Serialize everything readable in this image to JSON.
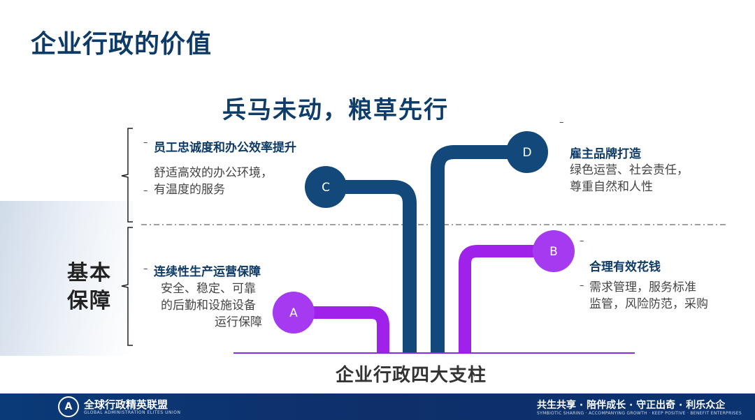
{
  "title": "企业行政的价值",
  "slogan": "兵马未动，粮草先行",
  "side_label": [
    "基本",
    "保障"
  ],
  "pillars_caption": "企业行政四大支柱",
  "pillars": {
    "C": {
      "label": "C",
      "heading": "员工忠诚度和办公效率提升",
      "body": [
        "舒适高效的办公环境，",
        "有温度的服务"
      ]
    },
    "D": {
      "label": "D",
      "heading": "雇主品牌打造",
      "body": [
        "绿色运营、社会责任，",
        "尊重自然和人性"
      ]
    },
    "A": {
      "label": "A",
      "heading": "连续性生产运营保障",
      "body": [
        "安全、稳定、可靠",
        "的后勤和设施设备",
        "运行保障"
      ]
    },
    "B": {
      "label": "B",
      "heading": "合理有效花钱",
      "body": [
        "需求管理，服务标准",
        "监管，风险防范，采购"
      ]
    }
  },
  "colors": {
    "navy": "#12487a",
    "purple": "#a022ea",
    "title": "#0d3a66",
    "footer": "#0e2f6a"
  },
  "footer": {
    "logo_letter": "A",
    "org_name": "全球行政精英联盟",
    "org_name_en": "GLOBAL ADMINISTRATION ELITES UNION",
    "motto": "共生共享 · 陪伴成长 · 守正出奇 · 利乐众企",
    "motto_en": "SYMBIOTIC SHARING · ACCOMPANYING GROWTH · KEEP POSITIVE · BENEFIT ENTERPRISES"
  }
}
